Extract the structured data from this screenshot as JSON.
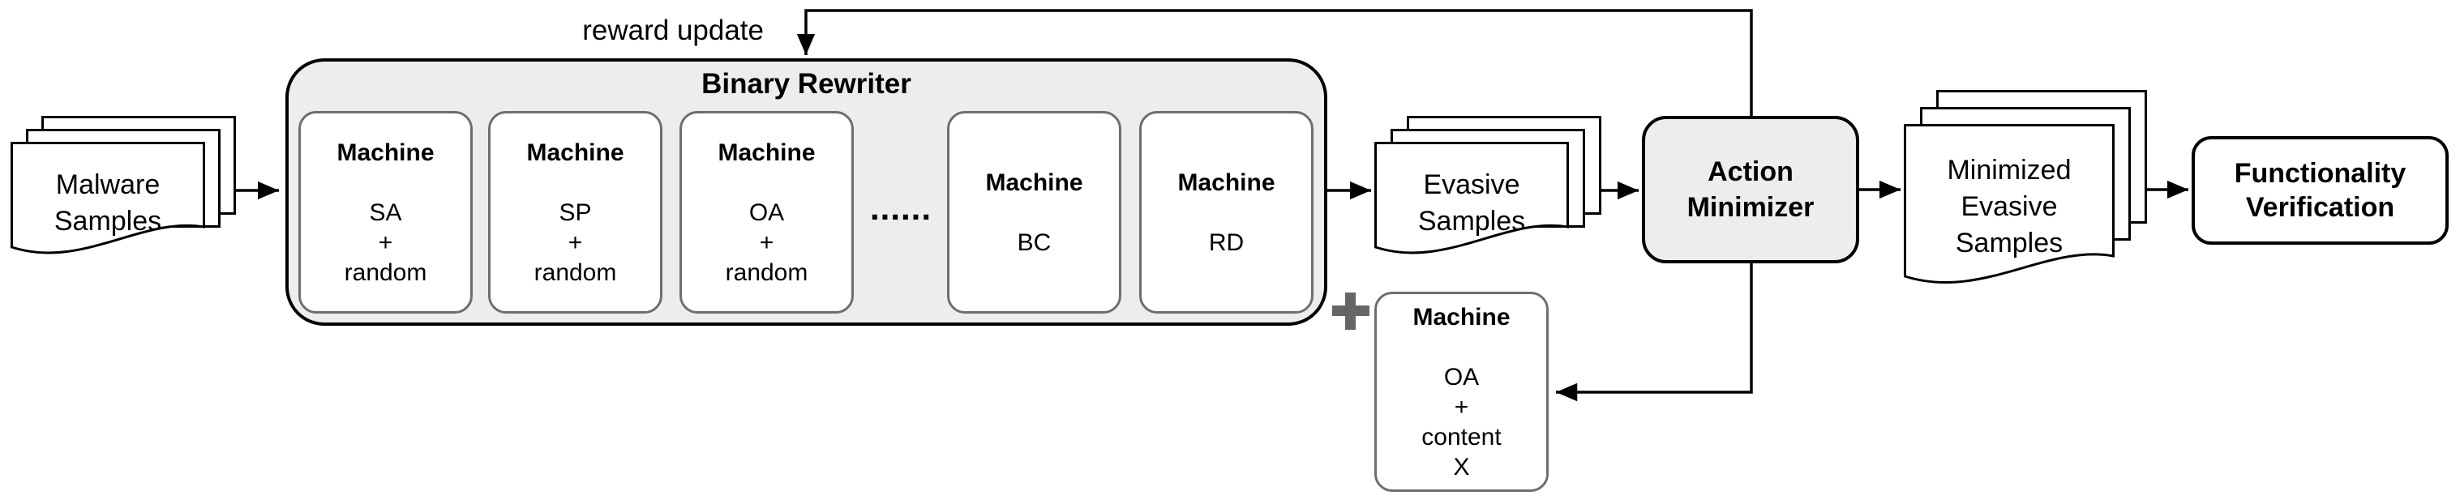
{
  "diagram": {
    "reward_label": "reward update",
    "rewriter": {
      "title": "Binary Rewriter",
      "ellipsis": "......",
      "machines": [
        {
          "lines": [
            "Machine",
            "",
            "SA",
            "+",
            "random"
          ]
        },
        {
          "lines": [
            "Machine",
            "",
            "SP",
            "+",
            "random"
          ]
        },
        {
          "lines": [
            "Machine",
            "",
            "OA",
            "+",
            "random"
          ]
        },
        {
          "lines": [
            "Machine",
            "",
            "BC"
          ]
        },
        {
          "lines": [
            "Machine",
            "",
            "RD"
          ]
        }
      ]
    },
    "stacks": {
      "malware": {
        "lines": [
          "Malware",
          "Samples"
        ]
      },
      "evasive": {
        "lines": [
          "Evasive",
          "Samples"
        ]
      },
      "minimized": {
        "lines": [
          "Minimized",
          "Evasive",
          "Samples"
        ]
      }
    },
    "action_minimizer": {
      "lines": [
        "Action",
        "Minimizer"
      ]
    },
    "functionality": {
      "lines": [
        "Functionality",
        "Verification"
      ]
    },
    "oa_machine": {
      "lines": [
        "Machine",
        "",
        "OA",
        "+",
        "content",
        "X"
      ]
    },
    "icons": {
      "combine": "plus-icon"
    },
    "colors": {
      "panel_fill": "#ededed",
      "line": "#000000",
      "machine_border": "#6e6e6e",
      "plus_gray": "#666666",
      "page_fill": "#ffffff"
    }
  }
}
